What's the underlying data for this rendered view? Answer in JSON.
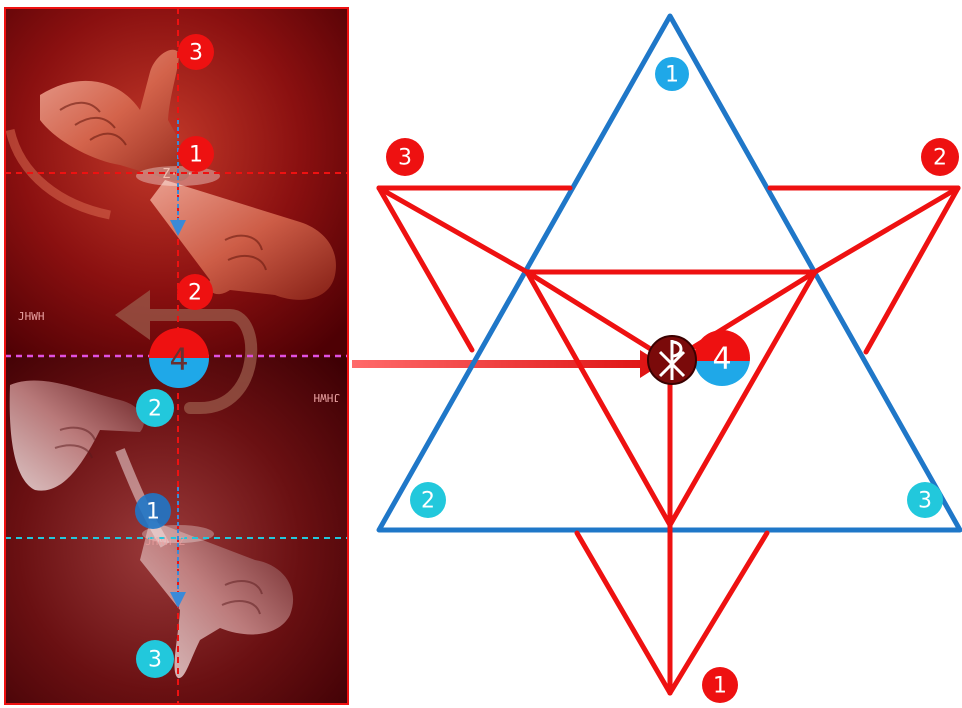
{
  "colors": {
    "red": "#ee1111",
    "blue": "#1f77c8",
    "cyan": "#22c8dc",
    "panel_dark": "#5c0006",
    "magenta_guide": "#e050e0"
  },
  "left_panel": {
    "markers": {
      "top_three": "3",
      "top_one": "1",
      "top_two": "2",
      "center_four": "4",
      "bottom_two": "2",
      "bottom_one": "1",
      "bottom_three": "3"
    },
    "signature_top": "JHWH",
    "signature_right": "JHWH"
  },
  "right_panel": {
    "blue_triangle_labels": {
      "apex": "1",
      "bottom_left": "2",
      "bottom_right": "3"
    },
    "red_triangle_labels": {
      "top_left": "3",
      "top_right": "2",
      "bottom": "1"
    },
    "center_label": "4",
    "center_icon": "chi-rho-icon"
  }
}
